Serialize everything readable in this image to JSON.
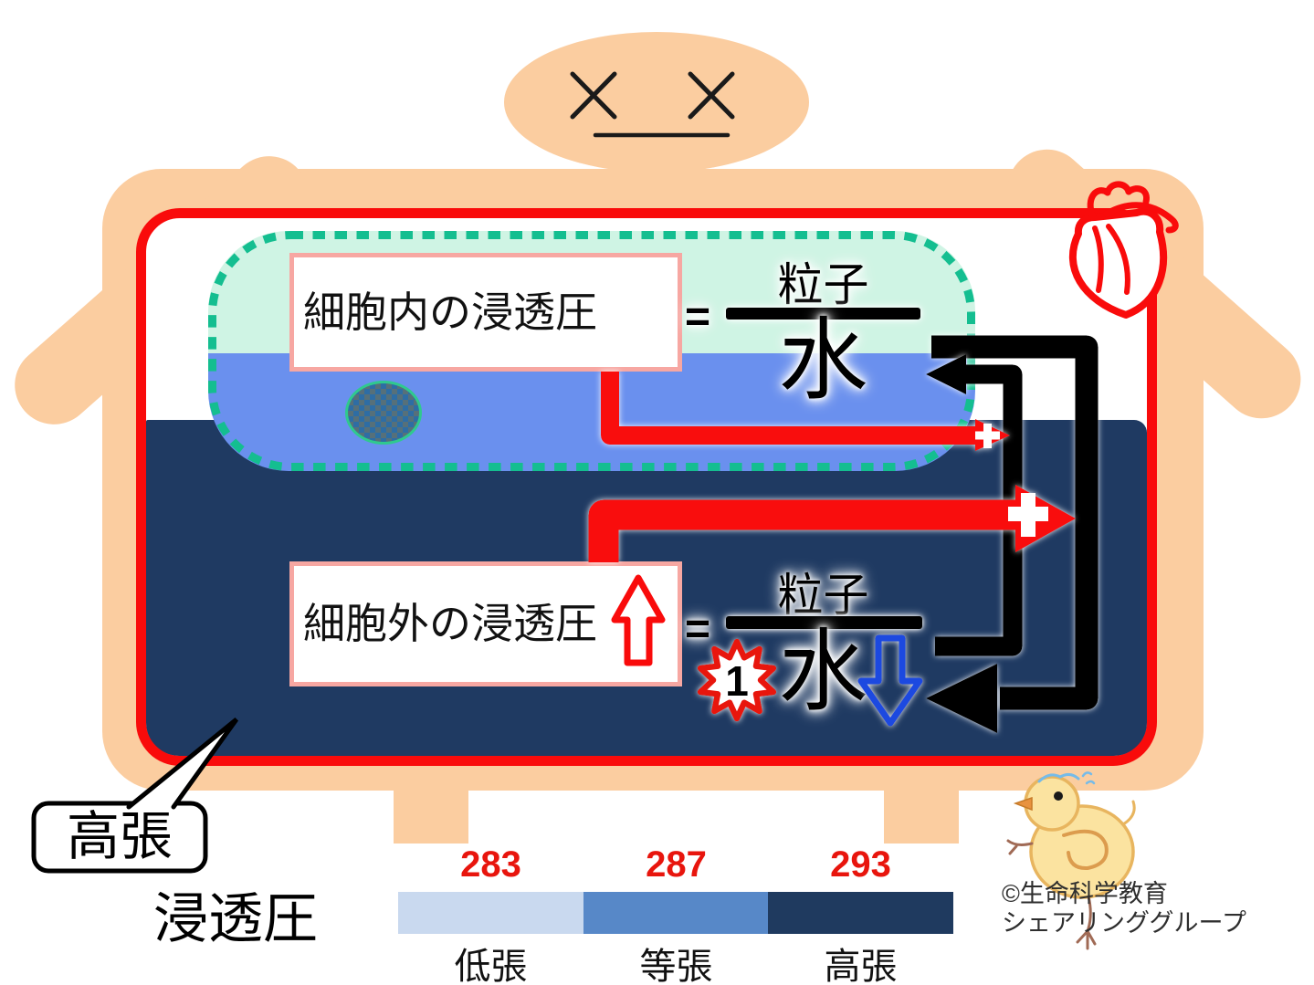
{
  "diagram": {
    "intracellular_box": {
      "label": "細胞内の浸透圧"
    },
    "extracellular_box": {
      "label": "細胞外の浸透圧"
    },
    "equation_top": {
      "equals": "=",
      "numerator": "粒子",
      "denominator": "水"
    },
    "equation_bottom": {
      "equals": "=",
      "numerator": "粒子",
      "denominator": "水",
      "step_number": "1"
    },
    "callout": {
      "label": "高張"
    }
  },
  "legend": {
    "title": "浸透圧",
    "scale": [
      {
        "value": "283",
        "label": "低張",
        "color": "#C9D9EF"
      },
      {
        "value": "287",
        "label": "等張",
        "color": "#5788C8"
      },
      {
        "value": "293",
        "label": "高張",
        "color": "#1F3A5F"
      }
    ]
  },
  "credit": {
    "line1": "©生命科学教育",
    "line2": "シェアリンググループ"
  },
  "icons": {
    "dead_face": "x-eyes-face-icon",
    "heart": "anatomical-heart-icon",
    "chick": "running-chick-icon",
    "water_out_arrow": "black-water-outflow-arrow",
    "water_return_arrow": "black-water-return-arrow",
    "particle_arrow_small": "red-particle-arrow-small",
    "particle_arrow_large": "red-particle-arrow-large",
    "increase_arrow": "red-increase-arrow",
    "decrease_arrow": "blue-decrease-arrow",
    "step_badge": "starburst-1-badge",
    "membrane": "dashed-cell-membrane",
    "nucleus": "cell-nucleus"
  },
  "colors": {
    "skin": "#FBCDA0",
    "vessel_red": "#F90B0B",
    "plasma_navy": "#1F3A62",
    "cell_blue": "#6A90EE",
    "cell_mint": "#CFF4E4",
    "membrane_teal": "#14BE90",
    "box_border_pink": "#F7A7A2",
    "value_red": "#E8150D",
    "decrease_blue": "#1E49E0"
  }
}
